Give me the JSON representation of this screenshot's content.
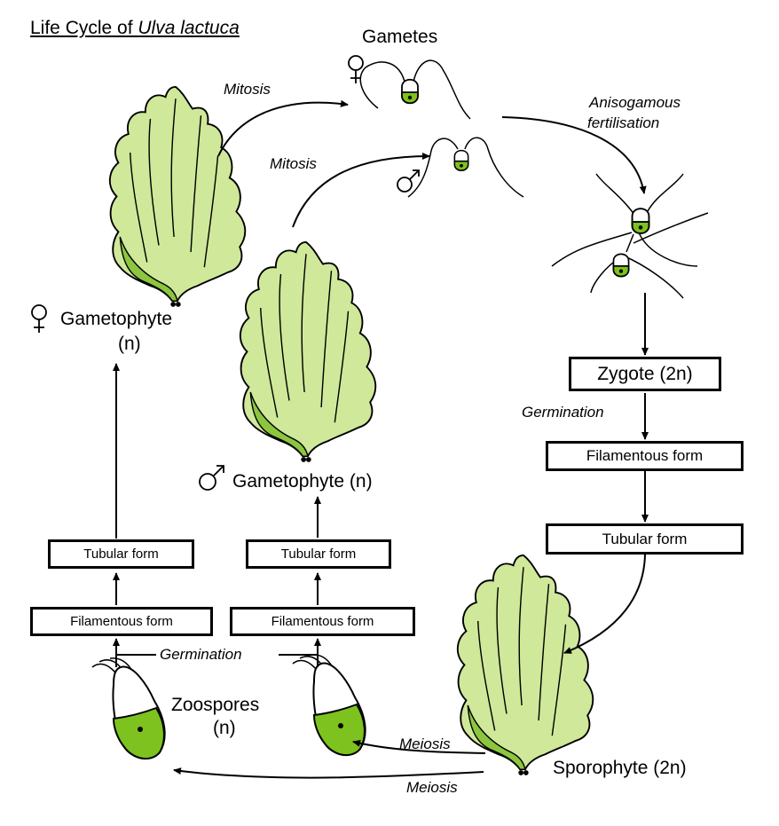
{
  "title": {
    "prefix": "Life Cycle of ",
    "species": "Ulva lactuca"
  },
  "labels": {
    "gametes": "Gametes",
    "mitosis_top": "Mitosis",
    "mitosis_mid": "Mitosis",
    "anisogamous": "Anisogamous",
    "fertilisation": "fertilisation",
    "female_gametophyte": "Gametophyte",
    "female_ploidy": "(n)",
    "male_gametophyte": "Gametophyte (n)",
    "germination_right": "Germination",
    "germination_bottom": "Germination",
    "zoospores": "Zoospores",
    "zoospores_ploidy": "(n)",
    "meiosis_upper": "Meiosis",
    "meiosis_lower": "Meiosis",
    "sporophyte": "Sporophyte (2n)"
  },
  "boxes": {
    "zygote": "Zygote (2n)",
    "filamentous_right": "Filamentous form",
    "tubular_right": "Tubular form",
    "tubular_left": "Tubular form",
    "filamentous_left": "Filamentous form",
    "tubular_mid": "Tubular form",
    "filamentous_mid": "Filamentous form"
  },
  "symbols": {
    "female": "female-symbol",
    "male": "male-symbol"
  },
  "colors": {
    "thallus_fill": "#cfe89a",
    "thallus_shade": "#8cc63f",
    "cell_green": "#7dc21e",
    "line": "#000000"
  }
}
